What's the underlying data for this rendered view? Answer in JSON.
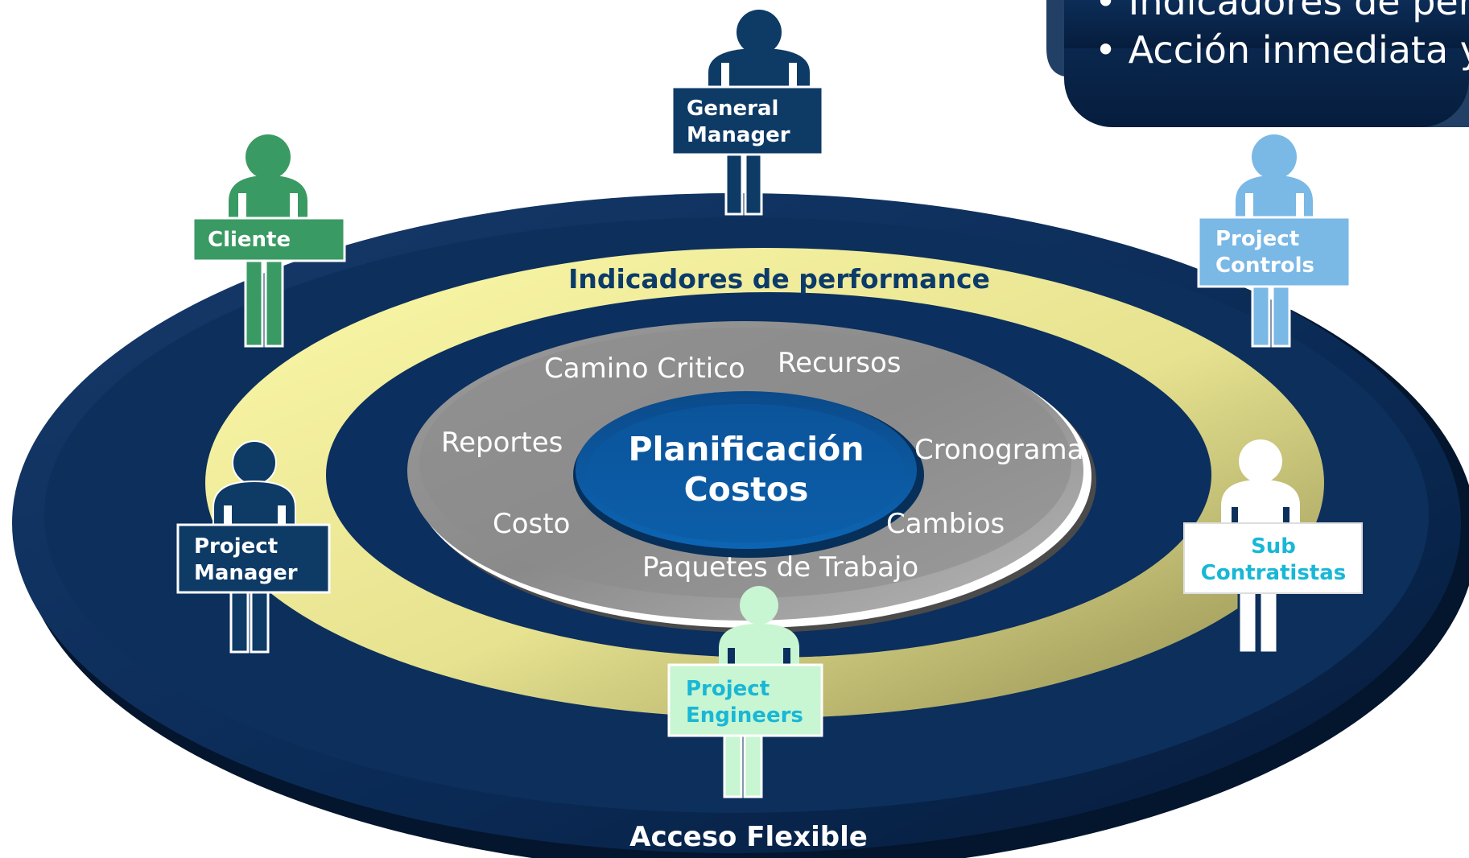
{
  "callout": {
    "bullets": [
      "• Indicadores de perfo",
      "• Acción inmediata y p"
    ]
  },
  "rings": {
    "performance_label": "Indicadores de performance",
    "outer_label": "Acceso Flexible",
    "center_line1": "Planificación",
    "center_line2": "Costos",
    "inner_items": {
      "camino_critico": "Camino Critico",
      "recursos": "Recursos",
      "reportes": "Reportes",
      "cronograma": "Cronograma",
      "costo": "Costo",
      "cambios": "Cambios",
      "paquetes": "Paquetes de Trabajo"
    }
  },
  "people": {
    "general_manager": {
      "line1": "General",
      "line2": "Manager",
      "color": "#0e3a66"
    },
    "cliente": {
      "line1": "Cliente",
      "line2": "",
      "color": "#3a9a63"
    },
    "project_controls": {
      "line1": "Project",
      "line2": "Controls",
      "color": "#7ab8e6"
    },
    "project_manager": {
      "line1": "Project",
      "line2": "Manager",
      "color": "#0e3a66"
    },
    "sub_contratistas": {
      "line1": "Sub",
      "line2": "Contratistas",
      "color": "#ffffff",
      "text_color": "#19b7d6"
    },
    "project_engineers": {
      "line1": "Project",
      "line2": "Engineers",
      "color": "#c8f5d2",
      "text_color": "#19b7d6"
    }
  },
  "colors": {
    "outer_ring": "#0a2a55",
    "performance_ring": "#f4f29a",
    "inner_blue_ring": "#0b2f5e",
    "grey_disc": "#8f8f8f",
    "center": "#0c5aa3",
    "label_dark": "#0c3b6a"
  }
}
